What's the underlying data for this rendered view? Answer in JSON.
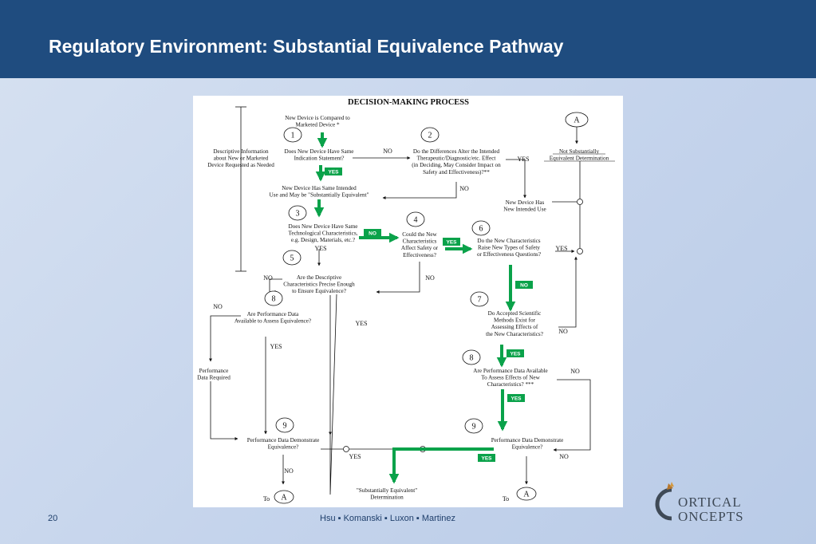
{
  "slide": {
    "title": "Regulatory Environment: Substantial Equivalence Pathway",
    "page_number": "20",
    "authors": "Hsu ▪ Komanski ▪ Luxon ▪ Martinez"
  },
  "logo": {
    "line1": "ORTICAL",
    "line2": "ONCEPTS",
    "initial": "C"
  },
  "diagram": {
    "heading": "DECISION-MAKING PROCESS",
    "side_note": [
      "Descriptive Information",
      "about New or Marketed",
      "Device Requested as Needed"
    ],
    "start": [
      "New Device is Compared to",
      "Marketed Device *"
    ],
    "step_numbers": [
      "1",
      "2",
      "3",
      "4",
      "5",
      "6",
      "7",
      "8",
      "8",
      "9",
      "9"
    ],
    "connector_label": "A",
    "q1": [
      "Does New Device Have Same",
      "Indication Statement?"
    ],
    "q2": [
      "Do the Differences Alter the Intended",
      "Therapeutic/Diagnostic/etc. Effect",
      "(in Deciding, May Consider Impact on",
      "Safety and Effectiveness)?**"
    ],
    "same_use": [
      "New Device Has Same Intended",
      "Use and May be \"Substantially Equivalent\""
    ],
    "new_use": [
      "New Device Has",
      "New Intended Use"
    ],
    "nse": [
      "Not Substantially",
      "Equivalent Determination"
    ],
    "q3": [
      "Does New Device Have Same",
      "Technological Characteristics,",
      "e.g. Design, Materials, etc.?"
    ],
    "q4": [
      "Could the New",
      "Characteristics",
      "Affect Safety or",
      "Effectiveness?"
    ],
    "q5": [
      "Are the Descriptive",
      "Characteristics Precise Enough",
      "to Ensure Equivalence?"
    ],
    "q6": [
      "Do the New Characteristics",
      "Raise New Types of Safety",
      "or Effectiveness Questions?"
    ],
    "q7": [
      "Do Accepted Scientific",
      "Methods Exist for",
      "Assessing Effects of",
      "the New Characteristics?"
    ],
    "q8_left": [
      "Are Performance Data",
      "Available to Assess Equivalence?"
    ],
    "q8_right": [
      "Are Performance Data Available",
      "To Assess Effects of New",
      "Characteristics? ***"
    ],
    "perf_required": [
      "Performance",
      "Data Required"
    ],
    "q9": [
      "Performance Data Demonstrate",
      "Equivalence?"
    ],
    "se": [
      "\"Substantially Equivalent\"",
      "Determination"
    ],
    "to_label": "To",
    "yes": "YES",
    "no": "NO",
    "highlight_color": "#0aa24a"
  }
}
